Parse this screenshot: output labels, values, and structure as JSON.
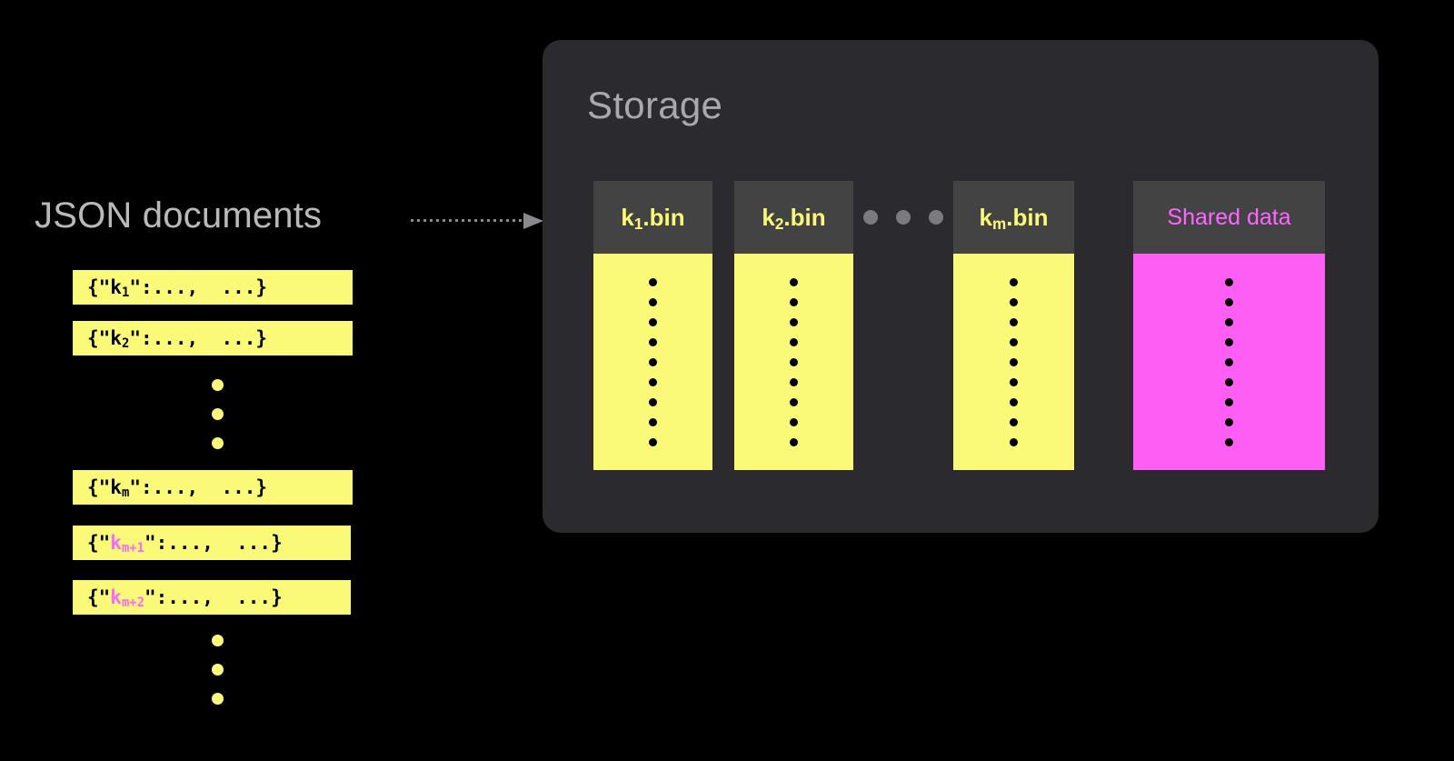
{
  "diagram": {
    "background_color": "#000000",
    "accent_yellow": "#fafa78",
    "accent_magenta": "#ff66ff",
    "panel_color": "#2b2b2f",
    "header_color": "#434343",
    "label_gray": "#b9b9b9"
  },
  "left": {
    "title": "JSON documents",
    "documents": [
      {
        "prefix": "{\"",
        "key": "k",
        "sub": "1",
        "suffix": "\":...,  ...}",
        "key_color": "black"
      },
      {
        "prefix": "{\"",
        "key": "k",
        "sub": "2",
        "suffix": "\":...,  ...}",
        "key_color": "black"
      },
      {
        "prefix": "{\"",
        "key": "k",
        "sub": "m",
        "suffix": "\":...,  ...}",
        "key_color": "black"
      },
      {
        "prefix": "{\"",
        "key": "k",
        "sub": "m+1",
        "suffix": "\":...,  ...}",
        "key_color": "magenta"
      },
      {
        "prefix": "{\"",
        "key": "k",
        "sub": "m+2",
        "suffix": "\":...,  ...}",
        "key_color": "magenta"
      }
    ],
    "ellipsis_dot_count": 3
  },
  "connector": {
    "name": "dotted-arrow",
    "style": "dotted",
    "direction": "right",
    "color": "#8a8a8e"
  },
  "storage": {
    "title": "Storage",
    "bins": [
      {
        "label": "k",
        "sub": "1",
        "label_suffix": ".bin",
        "body_color": "#fafa78",
        "dot_count": 9,
        "text_color": "#fafa78"
      },
      {
        "label": "k",
        "sub": "2",
        "label_suffix": ".bin",
        "body_color": "#fafa78",
        "dot_count": 9,
        "text_color": "#fafa78"
      },
      {
        "label": "k",
        "sub": "m",
        "label_suffix": ".bin",
        "body_color": "#fafa78",
        "dot_count": 9,
        "text_color": "#fafa78"
      }
    ],
    "shared": {
      "label": "Shared data",
      "body_color": "#ff5ef5",
      "dot_count": 9,
      "text_color": "#ff66ff"
    },
    "ellipsis_dot_count": 3
  }
}
